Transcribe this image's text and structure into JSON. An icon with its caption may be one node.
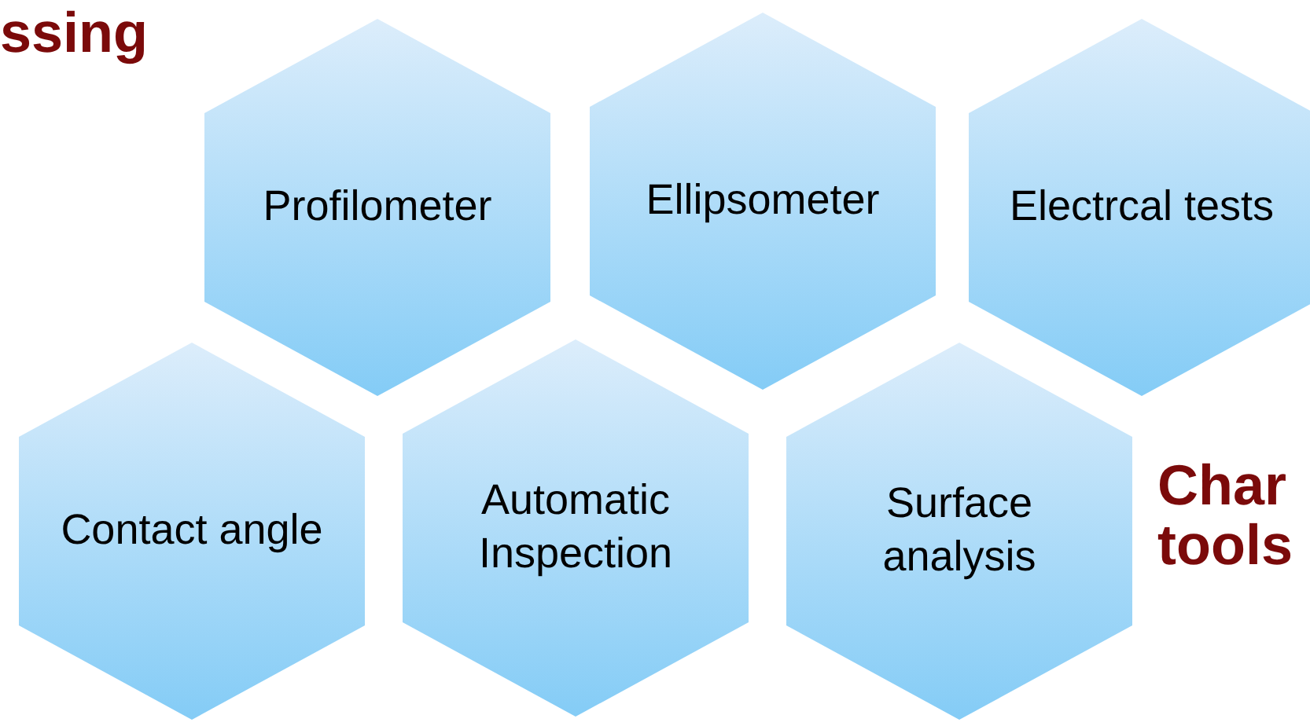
{
  "diagram": {
    "nodes": [
      {
        "text": [
          "Profilometer"
        ]
      },
      {
        "text": [
          "Ellipsometer"
        ]
      },
      {
        "text": [
          "Electrcal tests"
        ]
      },
      {
        "text": [
          "Contact angle"
        ]
      },
      {
        "text": [
          "Automatic Inspection"
        ]
      },
      {
        "text": [
          "Surface analysis"
        ]
      }
    ],
    "labels": [
      "ssing",
      "Char tools"
    ]
  }
}
